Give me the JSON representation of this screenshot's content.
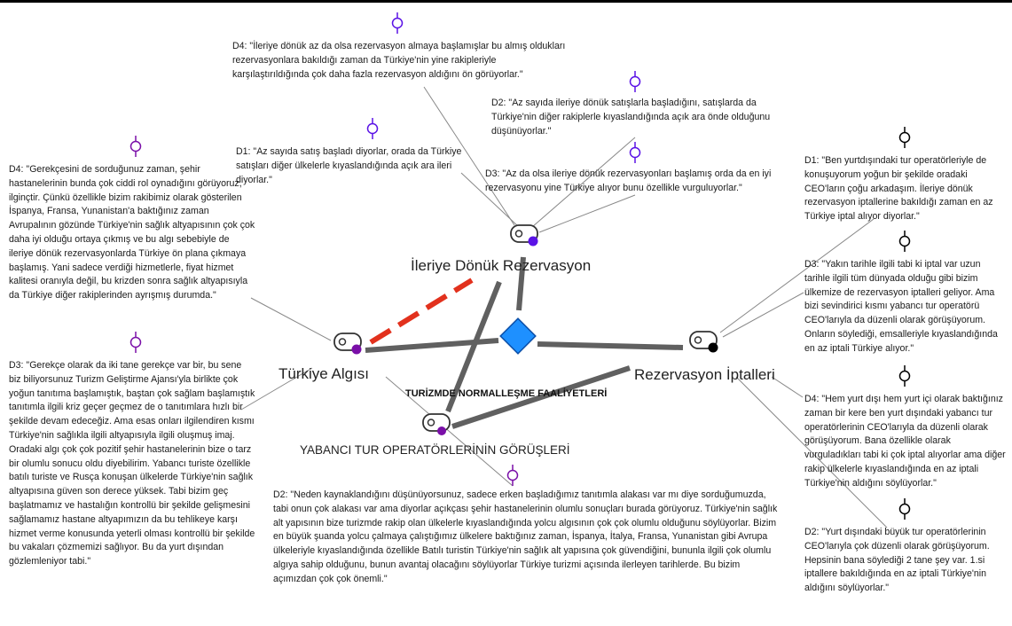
{
  "diagram": {
    "central": {
      "label": "TURİZMDE NORMALLEŞME FAALİYETLERİ",
      "color": "#1e90ff"
    },
    "themes": {
      "ileriye": {
        "label": "İleriye Dönük Rezervasyon"
      },
      "algi": {
        "label": "Türkiye Algısı"
      },
      "iptal": {
        "label": "Rezervasyon İptalleri"
      },
      "yabanci": {
        "label": "YABANCI TUR OPERATÖRLERİNİN GÖRÜŞLERİ"
      }
    },
    "colors": {
      "edge_gray": "#606060",
      "edge_red": "#e2311d",
      "purple_marker": "#7a0fa8",
      "blue_marker": "#5a12e6",
      "black_marker": "#000000",
      "connector": "#888888"
    },
    "quotes": {
      "ileriye_d4": "D4: \"İleriye dönük az da olsa rezervasyon almaya başlamışlar bu almış oldukları rezervasyonlara bakıldığı zaman da Türkiye'nin yine rakipleriyle karşılaştırıldığında çok daha fazla rezervasyon aldığını ön görüyorlar.\"",
      "ileriye_d2": "D2: \"Az sayıda ileriye dönük satışlarla başladığını, satışlarda da Türkiye'nin diğer rakiplerle kıyaslandığında açık ara önde olduğunu düşünüyorlar.\"",
      "ileriye_d1": "D1: \"Az sayıda satış başladı diyorlar, orada da Türkiye satışları diğer ülkelerle kıyaslandığında açık ara ileri diyorlar.\"",
      "ileriye_d3": "D3: \"Az da olsa ileriye dönük rezervasyonları başlamış orda da en iyi rezervasyonu yine Türkiye alıyor bunu özellikle vurguluyorlar.\"",
      "algi_d4": "D4: \"Gerekçesini de sorduğunuz zaman, şehir hastanelerinin bunda çok ciddi rol oynadığını görüyoruz, ilginçtir. Çünkü özellikle bizim rakibimiz olarak gösterilen İspanya, Fransa, Yunanistan'a baktığınız zaman Avrupalının gözünde Türkiye'nin sağlık altyapısının çok çok daha iyi olduğu ortaya çıkmış ve bu algı sebebiyle de ileriye dönük rezervasyonlarda Türkiye ön plana çıkmaya başlamış. Yani sadece verdiği hizmetlerle, fiyat hizmet kalitesi oranıyla değil, bu krizden sonra sağlık altyapısıyla da Türkiye diğer rakiplerinden ayrışmış durumda.\"",
      "algi_d3": "D3: \"Gerekçe olarak da iki tane gerekçe var bir, bu sene biz biliyorsunuz Turizm Geliştirme Ajansı'yla birlikte çok yoğun tanıtıma başlamıştık, baştan çok sağlam başlamıştık tanıtımla ilgili kriz geçer geçmez de o tanıtımlara hızlı bir şekilde devam edeceğiz. Ama esas onları ilgilendiren kısmı Türkiye'nin sağlıkla ilgili altyapısıyla ilgili oluşmuş imaj. Oradaki algı çok çok pozitif şehir hastanelerinin bize o tarz bir olumlu sonucu oldu diyebilirim. Yabancı turiste özellikle batılı turiste ve Rusça konuşan ülkelerde Türkiye'nin sağlık altyapısına güven son derece yüksek. Tabi bizim geç başlatmamız ve hastalığın kontrollü bir şekilde gelişmesini sağlamamız hastane altyapımızın da bu tehlikeye karşı hizmet verme konusunda yeterli olması kontrollü bir şekilde bu vakaları çözmemizi sağlıyor. Bu da yurt dışından gözlemleniyor tabi.\"",
      "algi_d2": "D2: \"Neden kaynaklandığını düşünüyorsunuz, sadece erken başladığımız tanıtımla alakası var mı diye sorduğumuzda, tabi onun çok alakası var ama diyorlar açıkçası şehir hastanelerinin olumlu sonuçları burada görüyoruz. Türkiye'nin sağlık alt yapısının bize turizmde rakip olan ülkelerle kıyaslandığında yolcu algısının çok çok olumlu olduğunu söylüyorlar. Bizim en büyük şuanda yolcu çalmaya çalıştığımız ülkelere baktığınız zaman, İspanya, İtalya, Fransa, Yunanistan gibi Avrupa ülkeleriyle kıyaslandığında özellikle Batılı turistin Türkiye'nin sağlık alt yapısına çok güvendiğini, bununla ilgili çok olumlu algıya sahip olduğunu, bunun avantaj olacağını söylüyorlar Türkiye turizmi açısında ilerleyen tarihlerde. Bu bizim açımızdan çok çok önemli.\"",
      "iptal_d1": "D1: \"Ben yurtdışındaki tur operatörleriyle de konuşuyorum yoğun bir şekilde oradaki CEO'ların çoğu arkadaşım. İleriye dönük rezervasyon iptallerine bakıldığı zaman en az Türkiye iptal alıyor diyorlar.\"",
      "iptal_d3": "D3: \"Yakın tarihle ilgili tabi ki iptal var uzun tarihle ilgili tüm dünyada olduğu gibi bizim ülkemize de rezervasyon iptalleri geliyor. Ama bizi sevindirici kısmı yabancı tur operatörü CEO'larıyla da düzenli olarak görüşüyorum. Onların söylediği, emsalleriyle kıyaslandığında en az iptali Türkiye alıyor.\"",
      "iptal_d4": "D4: \"Hem yurt dışı hem yurt içi olarak baktığınız zaman bir kere ben yurt dışındaki yabancı tur operatörlerinin CEO'larıyla da düzenli olarak görüşüyorum. Bana özellikle olarak vurguladıkları tabi ki çok iptal alıyorlar ama diğer rakip ülkelerle kıyaslandığında en az iptali Türkiye'nin aldığını söylüyorlar.\"",
      "iptal_d2": "D2: \"Yurt dışındaki büyük tur operatörlerinin CEO'larıyla çok düzenli olarak görüşüyorum. Hepsinin bana söylediği 2 tane şey var. 1.si iptallere bakıldığında en az iptali Türkiye'nin aldığını söylüyorlar.\""
    }
  }
}
